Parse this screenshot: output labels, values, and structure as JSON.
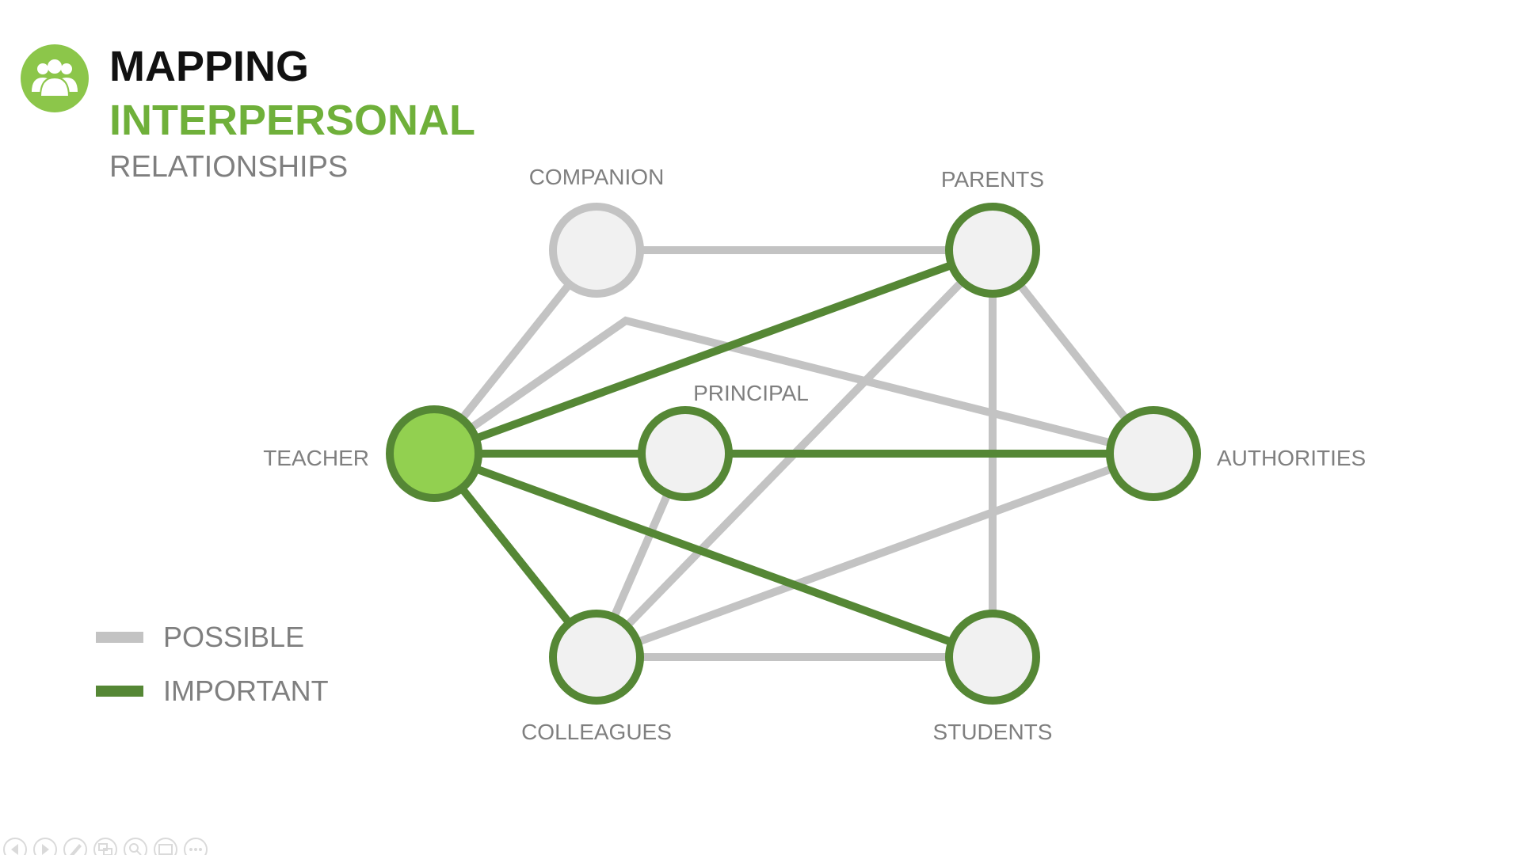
{
  "header": {
    "line1": "MAPPING",
    "line2": "INTERPERSONAL",
    "line3": "RELATIONSHIPS",
    "icon": "people-group-icon"
  },
  "colors": {
    "possible": "#c3c3c3",
    "important": "#558735",
    "accent": "#8cc64a",
    "teacher_fill": "#92d050",
    "node_fill": "#f1f1f1",
    "label": "#7f7f7f",
    "title_black": "#111111"
  },
  "nodes": {
    "companion": {
      "label": "COMPANION",
      "kind": "possible"
    },
    "parents": {
      "label": "PARENTS",
      "kind": "important"
    },
    "principal": {
      "label": "PRINCIPAL",
      "kind": "important"
    },
    "teacher": {
      "label": "TEACHER",
      "kind": "center"
    },
    "authorities": {
      "label": "AUTHORITIES",
      "kind": "important"
    },
    "colleagues": {
      "label": "COLLEAGUES",
      "kind": "important"
    },
    "students": {
      "label": "STUDENTS",
      "kind": "important"
    }
  },
  "edges": [
    {
      "from": "companion",
      "to": "parents",
      "type": "possible"
    },
    {
      "from": "companion",
      "to": "teacher",
      "type": "possible"
    },
    {
      "from": "teacher",
      "to": "authorities",
      "type": "possible"
    },
    {
      "from": "parents",
      "to": "colleagues",
      "type": "possible"
    },
    {
      "from": "parents",
      "to": "students",
      "type": "possible"
    },
    {
      "from": "parents",
      "to": "authorities",
      "type": "possible"
    },
    {
      "from": "principal",
      "to": "colleagues",
      "type": "possible"
    },
    {
      "from": "colleagues",
      "to": "authorities",
      "type": "possible"
    },
    {
      "from": "colleagues",
      "to": "students",
      "type": "possible"
    },
    {
      "from": "teacher",
      "to": "parents",
      "type": "important"
    },
    {
      "from": "teacher",
      "to": "principal",
      "type": "important"
    },
    {
      "from": "principal",
      "to": "authorities",
      "type": "important"
    },
    {
      "from": "teacher",
      "to": "colleagues",
      "type": "important"
    },
    {
      "from": "teacher",
      "to": "students",
      "type": "important"
    }
  ],
  "legend": {
    "possible_label": "POSSIBLE",
    "important_label": "IMPORTANT"
  },
  "controls": [
    {
      "name": "previous-slide-icon"
    },
    {
      "name": "next-slide-icon"
    },
    {
      "name": "pen-icon"
    },
    {
      "name": "slides-icon"
    },
    {
      "name": "zoom-icon"
    },
    {
      "name": "subtitles-icon"
    },
    {
      "name": "more-options-icon"
    }
  ]
}
